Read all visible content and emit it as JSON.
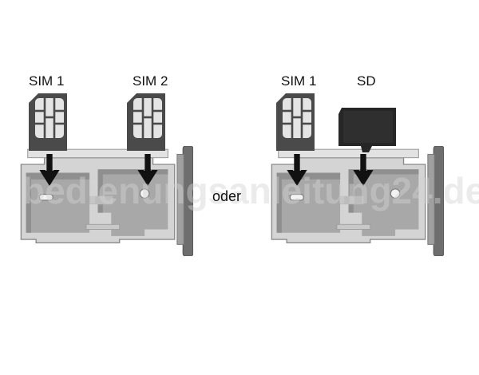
{
  "labels": {
    "left_sim1": "SIM 1",
    "left_sim2": "SIM 2",
    "right_sim1": "SIM 1",
    "right_sd": "SD",
    "oder": "oder",
    "watermark": "bedienungsanleitung24.de"
  },
  "colors": {
    "tray": "#d6d6d6",
    "tray_dark": "#9c9c9c",
    "tray_outline": "#7c7c7c",
    "sim": "#4a4a4a",
    "chip": "#e4e4e4",
    "sd": "#262626",
    "arrow": "#111111"
  },
  "icons": [
    "sim-card-icon",
    "sd-card-icon",
    "arrow-down-icon"
  ]
}
